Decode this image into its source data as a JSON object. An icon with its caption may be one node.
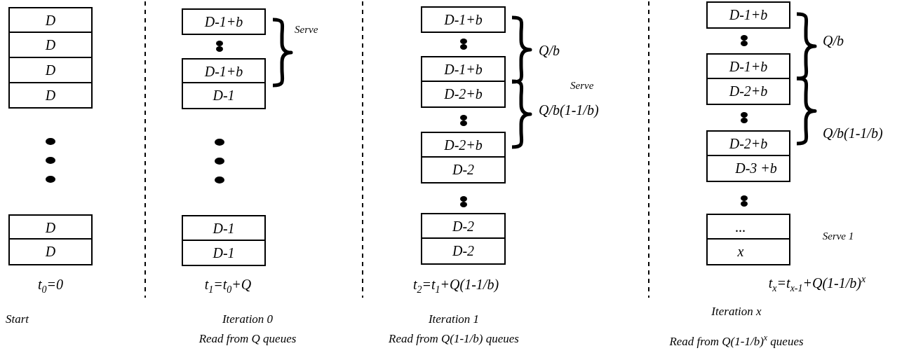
{
  "diagram": {
    "nodes": [
      {
        "text": [
          "D"
        ]
      },
      {
        "text": [
          "D"
        ]
      },
      {
        "text": [
          "D"
        ]
      },
      {
        "text": [
          "D"
        ]
      },
      {
        "text": [
          "D"
        ]
      },
      {
        "text": [
          "D"
        ]
      },
      {
        "text": [
          "D-1+b"
        ]
      },
      {
        "text": [
          "D-1+b"
        ]
      },
      {
        "text": [
          "D-1"
        ]
      },
      {
        "text": [
          "D-1"
        ]
      },
      {
        "text": [
          "D-1"
        ]
      },
      {
        "text": [
          "D-1+b"
        ]
      },
      {
        "text": [
          "D-1+b"
        ]
      },
      {
        "text": [
          "D-2+b"
        ]
      },
      {
        "text": [
          "D-2+b"
        ]
      },
      {
        "text": [
          "D-2"
        ]
      },
      {
        "text": [
          "D-2"
        ]
      },
      {
        "text": [
          "D-2"
        ]
      },
      {
        "text": [
          "D-1+b"
        ]
      },
      {
        "text": [
          "D-1+b"
        ]
      },
      {
        "text": [
          "D-2+b"
        ]
      },
      {
        "text": [
          "D-2+b"
        ]
      },
      {
        "text": [
          "D-3 +b"
        ]
      },
      {
        "text": [
          "..."
        ]
      },
      {
        "text": [
          "x"
        ]
      }
    ],
    "labels": [
      "Serve",
      "Q/b",
      "Serve",
      "Q/b(1-1/b)",
      "Q/b",
      "Q/b(1-1/b)",
      "Serve 1",
      "t$_{0}$=0",
      "t$_{1}$=t$_{0}$+Q",
      "t$_{2}$=t$_{1}$+Q(1-1/b)",
      "t$_{x}$=t$_{x-1}$+Q(1-1/b)$^{x}$",
      "Start",
      "Iteration 0",
      "Iteration 1",
      "Iteration x",
      "Read from Q queues",
      "Read from Q(1-1/b) queues",
      "Read from Q(1-1/b)$^{x}$ queues"
    ]
  }
}
